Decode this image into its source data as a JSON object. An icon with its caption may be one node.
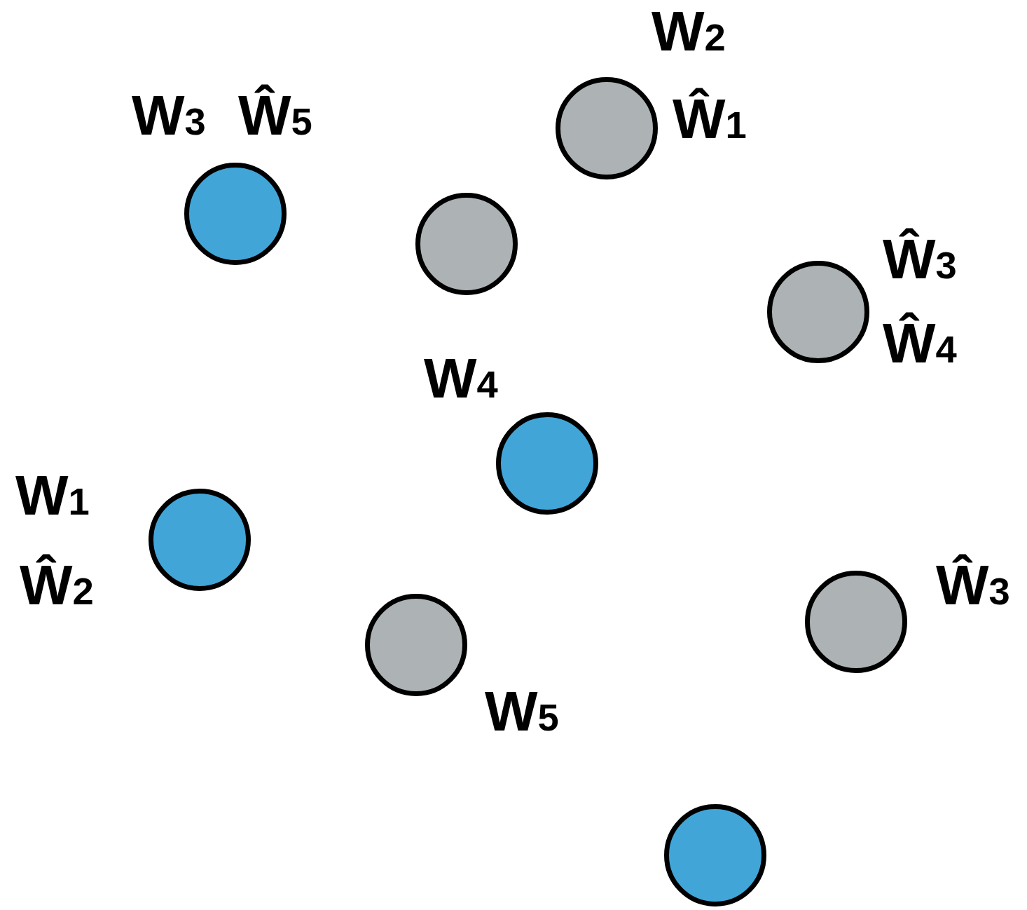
{
  "diagram": {
    "nodes": [
      {
        "text": [],
        "shape": "circle",
        "beside": [
          "W$_{2}$",
          "Ŵ$_{1}$"
        ]
      },
      {
        "text": [],
        "shape": "circle",
        "beside": [
          "W$_{3}$",
          "Ŵ$_{5}$"
        ]
      },
      {
        "text": [],
        "shape": "circle"
      },
      {
        "text": [],
        "shape": "circle",
        "beside": [
          "Ŵ$_{3}$",
          "Ŵ$_{4}$"
        ]
      },
      {
        "text": [],
        "shape": "circle",
        "beside": [
          "W$_{4}$"
        ]
      },
      {
        "text": [],
        "shape": "circle",
        "beside": [
          "W$_{1}$",
          "Ŵ$_{2}$"
        ]
      },
      {
        "text": [],
        "shape": "circle",
        "beside": [
          "Ŵ$_{3}$"
        ]
      },
      {
        "text": [],
        "shape": "circle",
        "beside": [
          "W$_{5}$"
        ]
      },
      {
        "text": [],
        "shape": "circle"
      }
    ]
  }
}
